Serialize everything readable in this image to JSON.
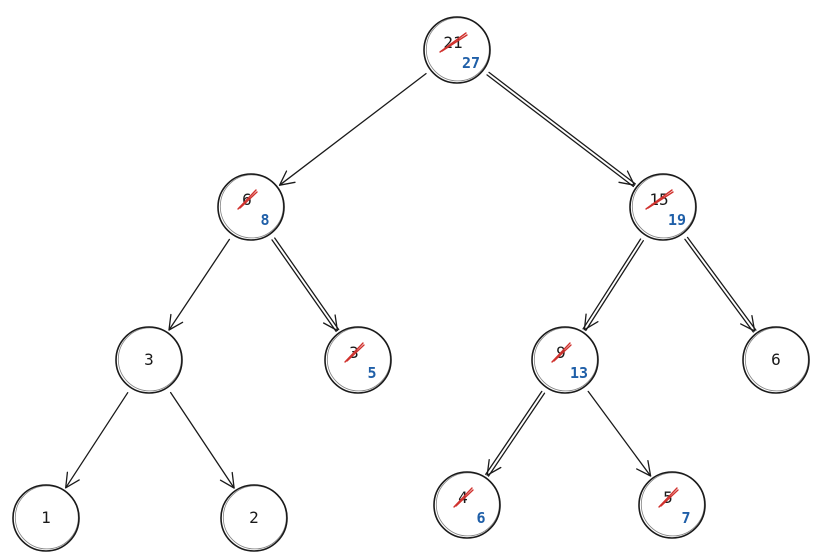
{
  "colors": {
    "ink": "#1a1a1a",
    "strike": "#d0312d",
    "updated_value": "#1f5fa8"
  },
  "nodes": [
    {
      "id": "n21",
      "old": "21",
      "new": "27",
      "crossed": true
    },
    {
      "id": "n6",
      "old": "6",
      "new": "8",
      "crossed": true
    },
    {
      "id": "n15",
      "old": "15",
      "new": "19",
      "crossed": true
    },
    {
      "id": "n3a",
      "old": "3",
      "new": "",
      "crossed": false
    },
    {
      "id": "n3b",
      "old": "3",
      "new": "5",
      "crossed": true
    },
    {
      "id": "n9",
      "old": "9",
      "new": "13",
      "crossed": true
    },
    {
      "id": "n6b",
      "old": "6",
      "new": "",
      "crossed": false
    },
    {
      "id": "n1",
      "old": "1",
      "new": "",
      "crossed": false
    },
    {
      "id": "n2",
      "old": "2",
      "new": "",
      "crossed": false
    },
    {
      "id": "n4",
      "old": "4",
      "new": "6",
      "crossed": true
    },
    {
      "id": "n5",
      "old": "5",
      "new": "7",
      "crossed": true
    }
  ],
  "edges": [
    {
      "from": "n21",
      "to": "n6",
      "double": false
    },
    {
      "from": "n21",
      "to": "n15",
      "double": true
    },
    {
      "from": "n6",
      "to": "n3a",
      "double": false
    },
    {
      "from": "n6",
      "to": "n3b",
      "double": true
    },
    {
      "from": "n15",
      "to": "n9",
      "double": true
    },
    {
      "from": "n15",
      "to": "n6b",
      "double": true
    },
    {
      "from": "n3a",
      "to": "n1",
      "double": false
    },
    {
      "from": "n3a",
      "to": "n2",
      "double": false
    },
    {
      "from": "n9",
      "to": "n4",
      "double": true
    },
    {
      "from": "n9",
      "to": "n5",
      "double": false
    }
  ]
}
